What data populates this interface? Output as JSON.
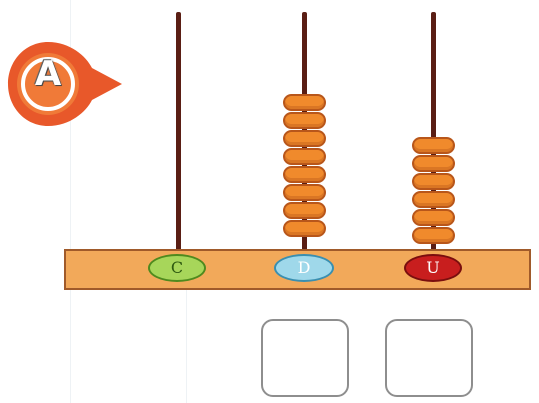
{
  "label_badge": {
    "letter": "A",
    "colors": {
      "outer": "#e8582a",
      "inner": "#f07a38",
      "ring": "#ffffff"
    }
  },
  "abacus": {
    "rods": [
      {
        "place": "C",
        "bead_count": 0,
        "label_color": "#a7d65a"
      },
      {
        "place": "D",
        "bead_count": 8,
        "label_color": "#9fd8ea"
      },
      {
        "place": "U",
        "bead_count": 6,
        "label_color": "#c81e1e"
      }
    ],
    "colors": {
      "rod": "#5a1e14",
      "bead": "#f08a2c",
      "base": "#f2a95a"
    }
  },
  "answer_boxes": [
    {
      "value": ""
    },
    {
      "value": ""
    }
  ]
}
